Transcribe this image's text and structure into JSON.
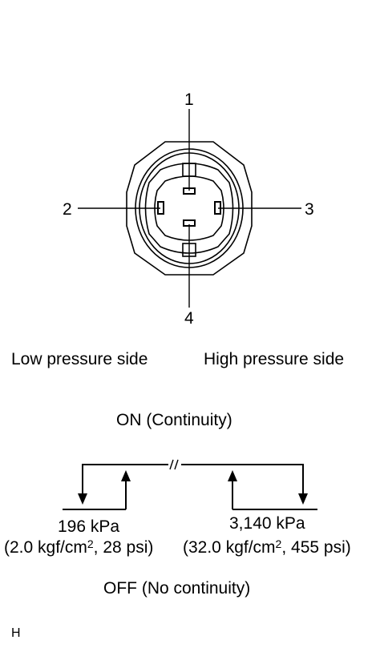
{
  "connector": {
    "pins": [
      "1",
      "2",
      "3",
      "4"
    ]
  },
  "labels": {
    "low_side": "Low pressure side",
    "high_side": "High pressure side",
    "on_state": "ON (Continuity)",
    "off_state": "OFF (No continuity)"
  },
  "low_threshold": {
    "kpa": "196 kPa",
    "detail_prefix": "(2.0 kgf/cm",
    "detail_sup": "2",
    "detail_suffix": ", 28 psi)"
  },
  "high_threshold": {
    "kpa": "3,140 kPa",
    "detail_prefix": "(32.0 kgf/cm",
    "detail_sup": "2",
    "detail_suffix": ", 455 psi)"
  },
  "footer": {
    "code": "H"
  }
}
